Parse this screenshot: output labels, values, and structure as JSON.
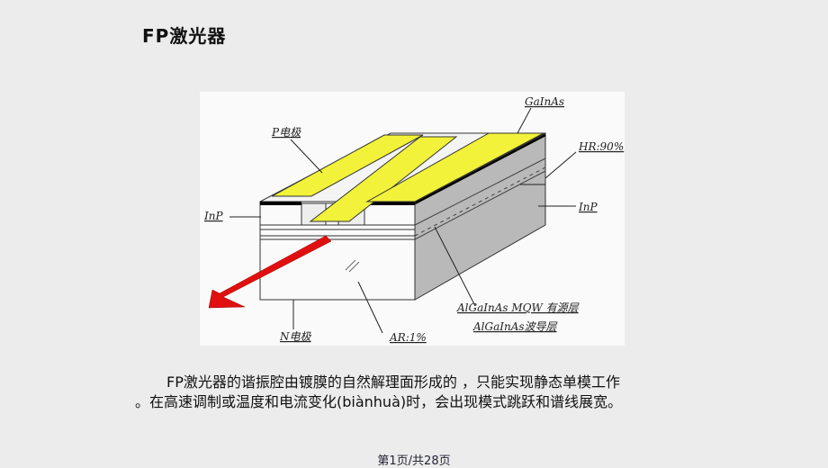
{
  "slide": {
    "title": "FP激光器",
    "paragraph_line1": "FP激光器的谐振腔由镀膜的自然解理面形成的 ，只能实现静态单模工作",
    "paragraph_line2": "。在高速调制或温度和电流变化(biànhuà)时，会出现模式跳跃和谱线展宽。",
    "footer": "第1页/共28页"
  },
  "diagram": {
    "labels": {
      "gainas": "GaInAs",
      "p_electrode": "P电极",
      "hr": "HR:90%",
      "inp_left": "InP",
      "inp_right": "InP",
      "mqw": "AlGaInAs MQW 有源层",
      "waveguide": "AlGaInAs波导层",
      "n_electrode": "N电极",
      "ar": "AR:1%"
    },
    "colors": {
      "electrode": "#f2f23a",
      "side": "#b9b9b9",
      "beam": "#e01010"
    }
  }
}
